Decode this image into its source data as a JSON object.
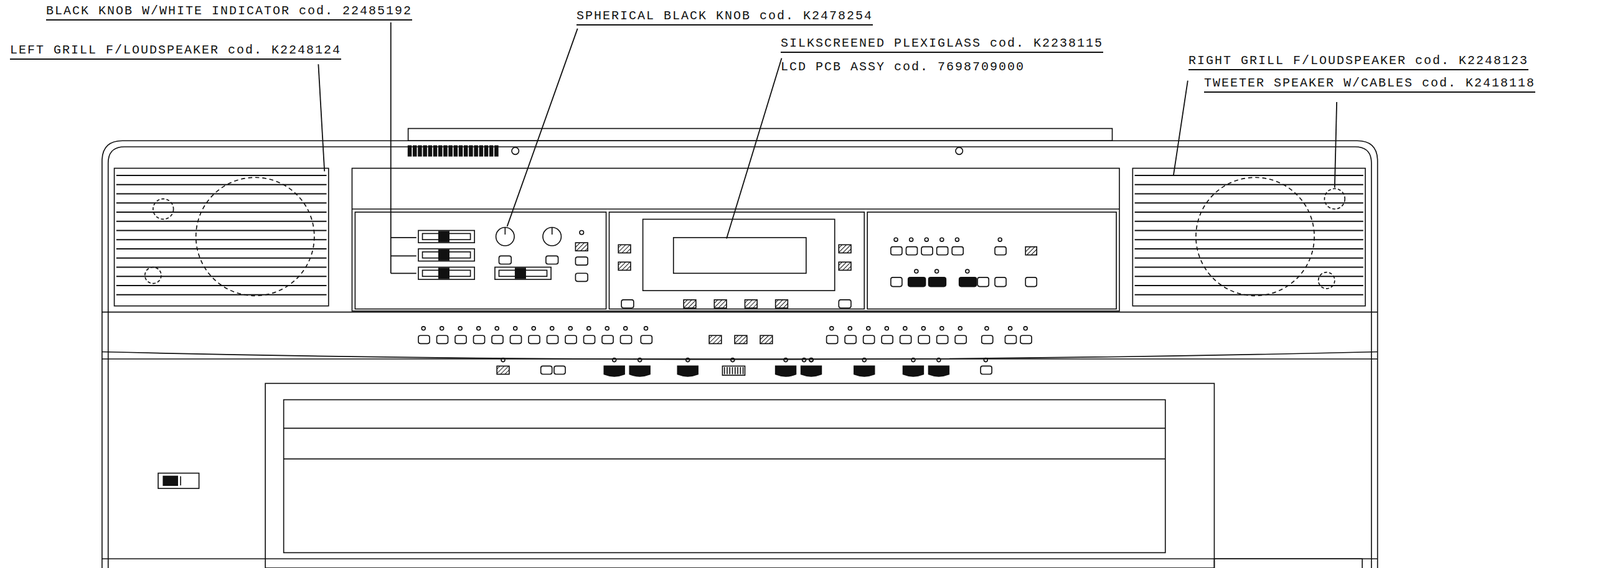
{
  "diagram": {
    "labels": [
      "BLACK KNOB W/WHITE INDICATOR cod. 22485192",
      "LEFT GRILL F/LOUDSPEAKER cod. K2248124",
      "SPHERICAL BLACK KNOB cod. K2478254",
      "SILKSCREENED PLEXIGLASS cod. K2238115",
      "LCD PCB ASSY cod. 7698709000",
      "RIGHT GRILL F/LOUDSPEAKER cod. K2248123",
      "TWEETER SPEAKER W/CABLES cod. K2418118"
    ]
  }
}
